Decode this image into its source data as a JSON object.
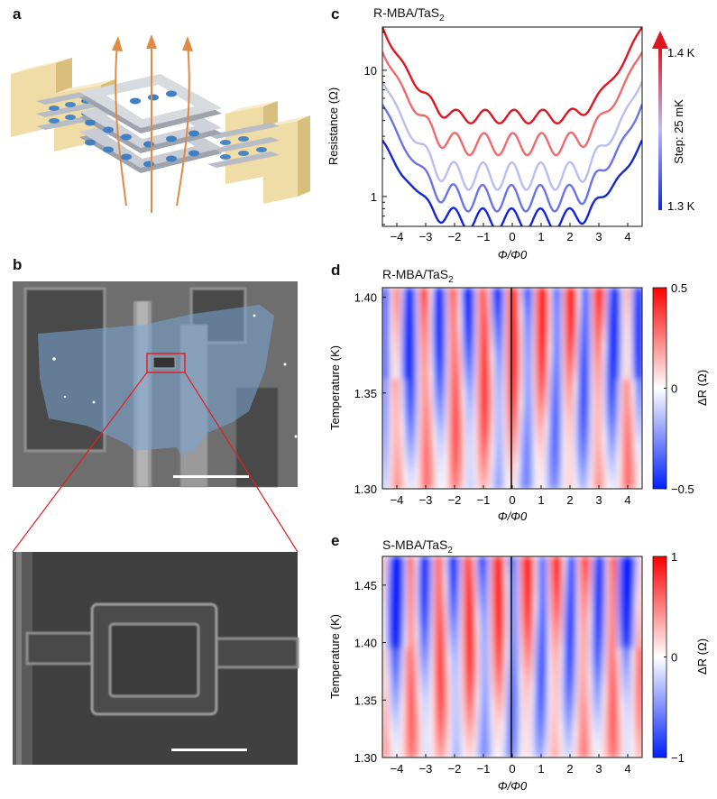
{
  "figure": {
    "panels": {
      "a": {
        "letter": "a"
      },
      "b": {
        "letter": "b"
      },
      "c": {
        "letter": "c",
        "title_main": "R-MBA/TaS",
        "title_sub": "2"
      },
      "d": {
        "letter": "d",
        "title_main": "R-MBA/TaS",
        "title_sub": "2"
      },
      "e": {
        "letter": "e",
        "title_main": "S-MBA/TaS",
        "title_sub": "2"
      }
    }
  },
  "chart_data": [
    {
      "panel": "c",
      "type": "line",
      "title": "R-MBA/TaS2",
      "xlabel": "Φ/Φ0",
      "ylabel": "Resistance (Ω)",
      "yscale": "log",
      "xlim": [
        -4.5,
        4.5
      ],
      "ylim": [
        0.58,
        22
      ],
      "xticks": [
        -4,
        -3,
        -2,
        -1,
        0,
        1,
        2,
        3,
        4
      ],
      "yticks": [
        1,
        10
      ],
      "scale_arrow": {
        "top_label": "1.4 K",
        "bottom_label": "1.3 K",
        "step_label": "Step: 25 mK"
      },
      "series": [
        {
          "temperature": "1.4 K",
          "color": "#e01520",
          "min": 4.3,
          "edge": 22,
          "amp": 0.05
        },
        {
          "temperature": "1.375 K",
          "color": "#ef6a6a",
          "min": 2.6,
          "edge": 14.5,
          "amp": 0.07
        },
        {
          "temperature": "1.35 K",
          "color": "#b9bdf2",
          "min": 1.45,
          "edge": 8.5,
          "amp": 0.09
        },
        {
          "temperature": "1.325 K",
          "color": "#6b73ea",
          "min": 0.97,
          "edge": 5.4,
          "amp": 0.1
        },
        {
          "temperature": "1.3 K",
          "color": "#1226d8",
          "min": 0.66,
          "edge": 2.7,
          "amp": 0.1
        }
      ]
    },
    {
      "panel": "d",
      "type": "heatmap",
      "title": "R-MBA/TaS2",
      "xlabel": "Φ/Φ0",
      "ylabel": "Temperature (K)",
      "colorbar_label": "ΔR (Ω)",
      "xlim": [
        -4.5,
        4.5
      ],
      "ylim": [
        1.3,
        1.405
      ],
      "xticks": [
        -4,
        -3,
        -2,
        -1,
        0,
        1,
        2,
        3,
        4
      ],
      "yticks": [
        1.3,
        1.35,
        1.4
      ],
      "ytick_labels": [
        "1.30",
        "1.35",
        "1.40"
      ],
      "clim": [
        -0.5,
        0.5
      ],
      "cticks": [
        -0.5,
        0,
        0.5
      ],
      "ctick_labels": [
        "−0.5",
        "0",
        "0.5"
      ]
    },
    {
      "panel": "e",
      "type": "heatmap",
      "title": "S-MBA/TaS2",
      "xlabel": "Φ/Φ0",
      "ylabel": "Temperature (K)",
      "colorbar_label": "ΔR (Ω)",
      "xlim": [
        -4.5,
        4.5
      ],
      "ylim": [
        1.3,
        1.475
      ],
      "xticks": [
        -4,
        -3,
        -2,
        -1,
        0,
        1,
        2,
        3,
        4
      ],
      "yticks": [
        1.3,
        1.35,
        1.4,
        1.45
      ],
      "ytick_labels": [
        "1.30",
        "1.35",
        "1.40",
        "1.45"
      ],
      "clim": [
        -1,
        1
      ],
      "cticks": [
        -1,
        0,
        1
      ],
      "ctick_labels": [
        "−1",
        "0",
        "1"
      ]
    }
  ]
}
